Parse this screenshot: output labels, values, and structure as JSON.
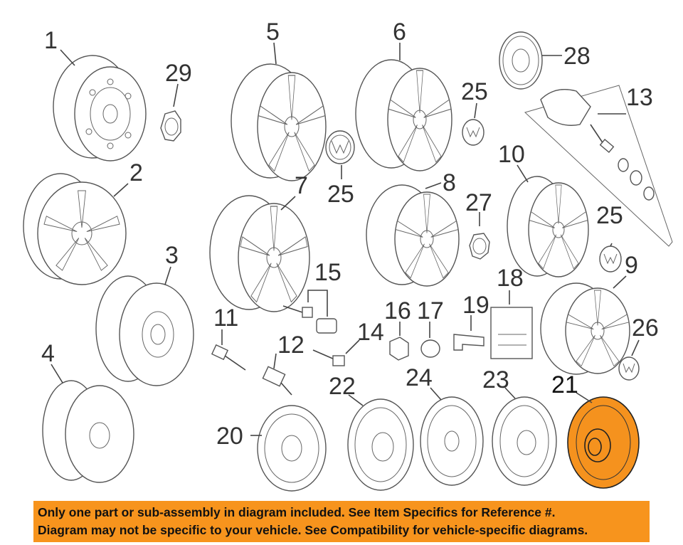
{
  "labels": {
    "p1": "1",
    "p2": "2",
    "p3": "3",
    "p4": "4",
    "p5": "5",
    "p6": "6",
    "p7": "7",
    "p8": "8",
    "p9": "9",
    "p10": "10",
    "p11": "11",
    "p12": "12",
    "p13": "13",
    "p14": "14",
    "p15": "15",
    "p16": "16",
    "p17": "17",
    "p18": "18",
    "p19": "19",
    "p20": "20",
    "p21": "21",
    "p22": "22",
    "p23": "23",
    "p24": "24",
    "p25a": "25",
    "p25b": "25",
    "p25c": "25",
    "p26": "26",
    "p27": "27",
    "p28": "28",
    "p29": "29"
  },
  "banner": {
    "line1": "Only one part or sub-assembly in diagram included. See Item Specifics for Reference #.",
    "line2": "Diagram may not be specific to your vehicle. See Compatibility for vehicle-specific diagrams."
  },
  "colors": {
    "highlight": "#f5921e",
    "banner": "#f7941d",
    "ink": "#333333"
  }
}
